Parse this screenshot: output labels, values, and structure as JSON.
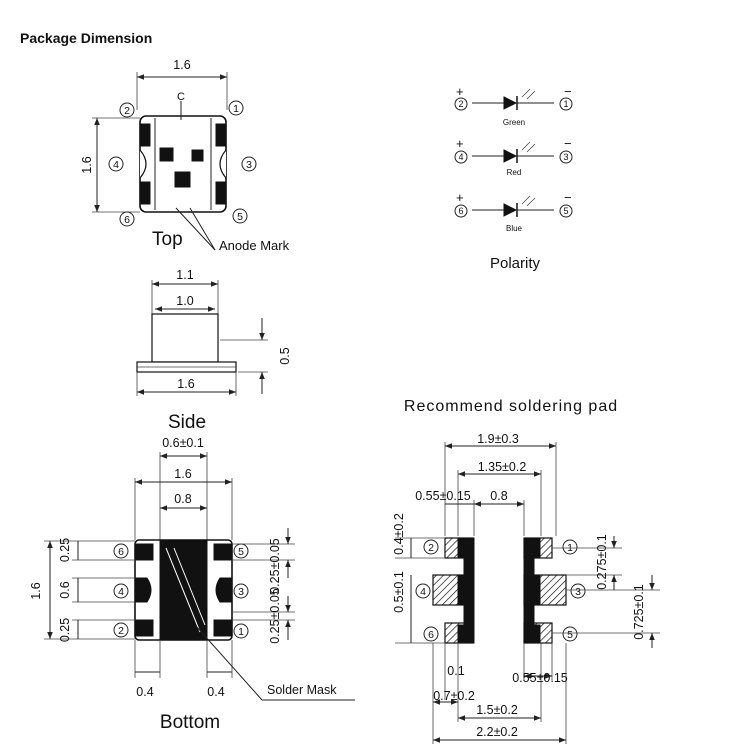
{
  "heading": "Package Dimension",
  "top_view": {
    "title": "Top",
    "anode_mark_label": "Anode Mark",
    "width_dim": "1.6",
    "height_dim": "1.6",
    "cathode_symbol": "C",
    "pins": [
      "1",
      "2",
      "3",
      "4",
      "5",
      "6"
    ]
  },
  "polarity": {
    "title": "Polarity",
    "plus": "+",
    "minus": "−",
    "rows": [
      {
        "anode": "2",
        "cathode": "1",
        "name": "Green"
      },
      {
        "anode": "4",
        "cathode": "3",
        "name": "Red"
      },
      {
        "anode": "6",
        "cathode": "5",
        "name": "Blue"
      }
    ]
  },
  "side_view": {
    "title": "Side",
    "top_width_outer": "1.1",
    "top_width_inner": "1.0",
    "base_width": "1.6",
    "height": "0.5"
  },
  "bottom_view": {
    "title": "Bottom",
    "solder_mask_label": "Solder Mask",
    "dim_top": "0.6±0.1",
    "dim_width": "1.6",
    "dim_mask": "0.8",
    "dim_height": "1.6",
    "dim_left_top": "0.25",
    "dim_left_mid": "0.6",
    "dim_left_bottom": "0.25",
    "dim_right_top": "0.25±0.05",
    "dim_right_bottom": "0.25±0.05",
    "dim_bottom_left": "0.4",
    "dim_bottom_right": "0.4"
  },
  "soldering_pad": {
    "title": "Recommend soldering pad",
    "dim_outer_width": "1.9±0.3",
    "dim_inner_width": "1.35±0.2",
    "dim_pad_width_top": "0.55±0.15",
    "dim_gap": "0.8",
    "dim_left_a": "0.4±0.2",
    "dim_left_b": "0.5±0.1",
    "dim_right_a": "0.275±0.1",
    "dim_right_b": "0.725±0.1",
    "dim_small": "0.1",
    "dim_pad_width_bottom": "0.55±0.15",
    "dim_b1": "0.7±0.2",
    "dim_b2": "1.5±0.2",
    "dim_b3": "2.2±0.2"
  }
}
